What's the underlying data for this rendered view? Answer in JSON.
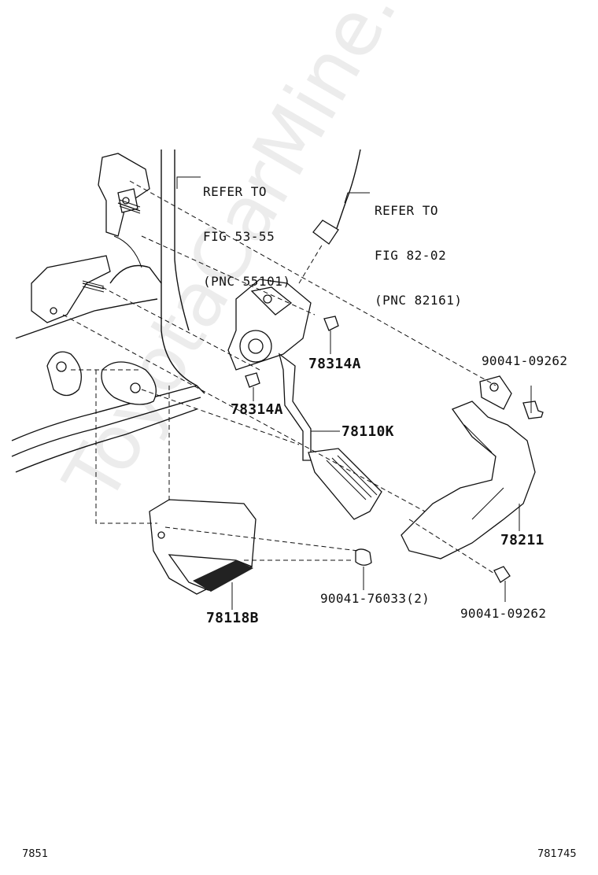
{
  "watermark": "ToyotaCarMine.ru",
  "references": [
    {
      "line1": "REFER TO",
      "line2": "FIG 53-55",
      "line3": "(PNC 55101)"
    },
    {
      "line1": "REFER TO",
      "line2": "FIG 82-02",
      "line3": "(PNC 82161)"
    }
  ],
  "parts": {
    "nut_upper": "78314A",
    "nut_lower": "78314A",
    "pedal": "78110K",
    "bolt_upper": "90041-09262",
    "cover": "78211",
    "bolt_lower": "90041-09262",
    "clip": "90041-76033(2)",
    "bracket": "78118B"
  },
  "footer": {
    "left": "7851",
    "right": "781745"
  }
}
